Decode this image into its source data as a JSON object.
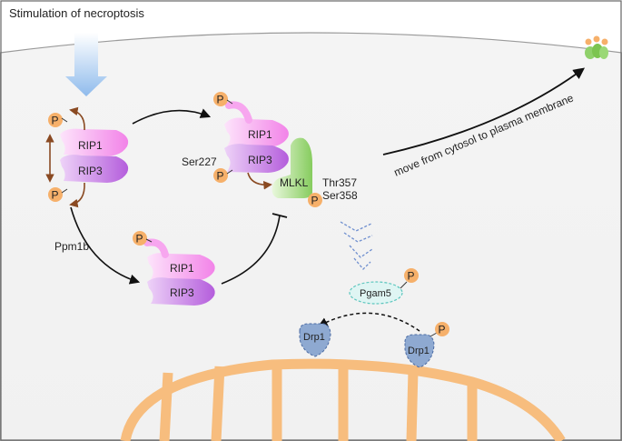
{
  "title": "Stimulation of necroptosis",
  "labels": {
    "p": "P",
    "rip1": "RIP1",
    "rip3": "RIP3",
    "mlkl": "MLKL",
    "ser227": "Ser227",
    "thr357": "Thr357",
    "ser358": "Ser358",
    "ppm1b": "Ppm1b",
    "pgam5": "Pgam5",
    "drp1": "Drp1",
    "membrane_move": "move from cytosol to plasma membrane"
  },
  "colors": {
    "rip1": "#f7a6ef",
    "rip3": "#c778e6",
    "mlkl": "#8fd06a",
    "phosphate": "#f6b06a",
    "mitochondria": "#f7bd7e",
    "drp1": "#8ea9d1",
    "pgam5": "#dff5f3",
    "stimulus_arrow": "#9ec6ef"
  }
}
